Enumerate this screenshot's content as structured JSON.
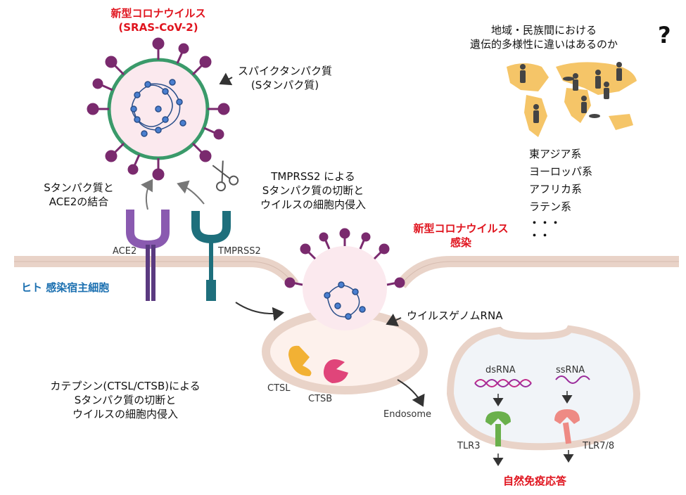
{
  "virus": {
    "title": "新型コロナウイルス",
    "subtitle": "(SRAS-CoV-2)"
  },
  "labels": {
    "spike_protein": [
      "スパイクタンパク質",
      "(Sタンパク質)"
    ],
    "binding": [
      "Sタンパク質と",
      "ACE2の結合"
    ],
    "tmprss2_note": [
      "TMPRSS2 による",
      "Sタンパク質の切断と",
      "ウイルスの細胞内侵入"
    ],
    "diversity_question": [
      "地域・民族間における",
      "遺伝的多様性に違いはあるのか"
    ],
    "question_mark": "?",
    "populations": [
      "東アジア系",
      "ヨーロッパ系",
      "アフリカ系",
      "ラテン系",
      "・・・",
      "・・"
    ],
    "ace2": "ACE2",
    "tmprss2": "TMPRSS2",
    "host_cell": "ヒト  感染宿主細胞",
    "infection": [
      "新型コロナウイルス",
      "感染"
    ],
    "viral_rna": "ウイルスゲノムRNA",
    "cathepsin_note": [
      "カテプシン(CTSL/CTSB)による",
      "Sタンパク質の切断と",
      "ウイルスの細胞内侵入"
    ],
    "ctsl": "CTSL",
    "ctsb": "CTSB",
    "endosome": "Endosome",
    "dsrna": "dsRNA",
    "ssrna": "ssRNA",
    "tlr3": "TLR3",
    "tlr78": "TLR7/8",
    "innate_immunity": "自然免疫応答"
  },
  "colors": {
    "accent_red": "#e0141e",
    "host_blue": "#1a6fb0",
    "virus_spike": "#7a2a6e",
    "ace2_purple": "#8a5ab0",
    "tmprss2_teal": "#1e6f7c",
    "membrane": "#e9d3c8",
    "map_gold": "#f5c568",
    "tlr3_green": "#6ab04c",
    "tlr78_pink": "#ee8a84",
    "ctsl_orange": "#f2b134",
    "ctsb_pink": "#e0457a"
  },
  "icons": [
    "scissors-icon",
    "world-map-icon",
    "person-icon",
    "question-mark-icon"
  ]
}
